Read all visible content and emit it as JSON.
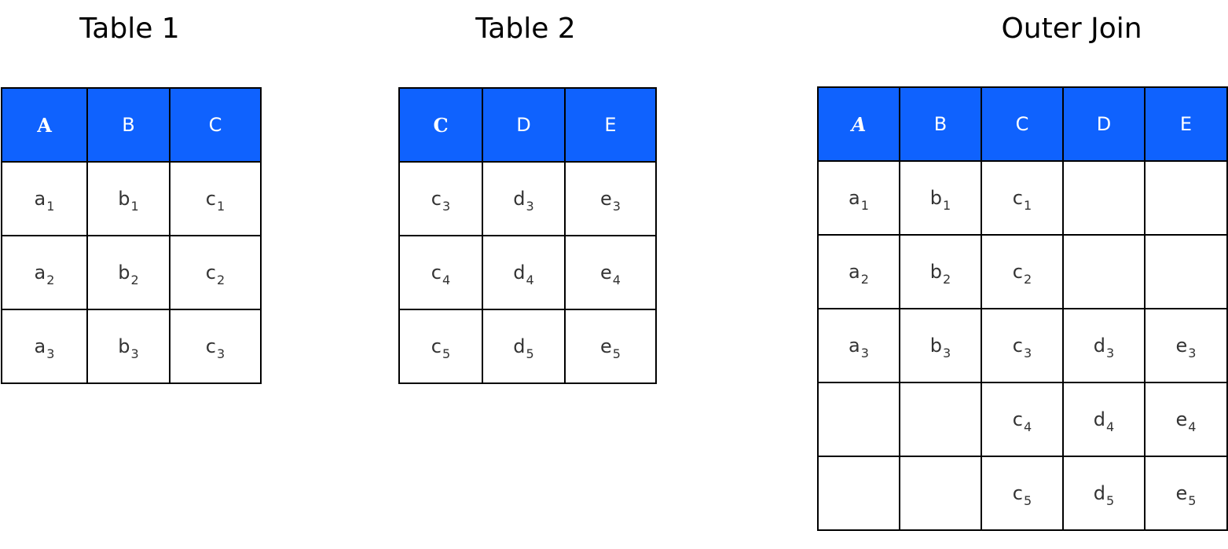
{
  "titles": {
    "table1": "Table 1",
    "table2": "Table 2",
    "outer_join": "Outer Join"
  },
  "colors": {
    "header_bg": "#0f62fe",
    "header_text": "#ffffff",
    "border": "#000000"
  },
  "table1": {
    "columns": [
      "A",
      "B",
      "C"
    ],
    "rows": [
      [
        {
          "base": "a",
          "sub": "1"
        },
        {
          "base": "b",
          "sub": "1"
        },
        {
          "base": "c",
          "sub": "1"
        }
      ],
      [
        {
          "base": "a",
          "sub": "2"
        },
        {
          "base": "b",
          "sub": "2"
        },
        {
          "base": "c",
          "sub": "2"
        }
      ],
      [
        {
          "base": "a",
          "sub": "3"
        },
        {
          "base": "b",
          "sub": "3"
        },
        {
          "base": "c",
          "sub": "3"
        }
      ]
    ]
  },
  "table2": {
    "columns": [
      "C",
      "D",
      "E"
    ],
    "rows": [
      [
        {
          "base": "c",
          "sub": "3"
        },
        {
          "base": "d",
          "sub": "3"
        },
        {
          "base": "e",
          "sub": "3"
        }
      ],
      [
        {
          "base": "c",
          "sub": "4"
        },
        {
          "base": "d",
          "sub": "4"
        },
        {
          "base": "e",
          "sub": "4"
        }
      ],
      [
        {
          "base": "c",
          "sub": "5"
        },
        {
          "base": "d",
          "sub": "5"
        },
        {
          "base": "e",
          "sub": "5"
        }
      ]
    ]
  },
  "outer_join": {
    "columns": [
      "A",
      "B",
      "C",
      "D",
      "E"
    ],
    "rows": [
      [
        {
          "base": "a",
          "sub": "1"
        },
        {
          "base": "b",
          "sub": "1"
        },
        {
          "base": "c",
          "sub": "1"
        },
        null,
        null
      ],
      [
        {
          "base": "a",
          "sub": "2"
        },
        {
          "base": "b",
          "sub": "2"
        },
        {
          "base": "c",
          "sub": "2"
        },
        null,
        null
      ],
      [
        {
          "base": "a",
          "sub": "3"
        },
        {
          "base": "b",
          "sub": "3"
        },
        {
          "base": "c",
          "sub": "3"
        },
        {
          "base": "d",
          "sub": "3"
        },
        {
          "base": "e",
          "sub": "3"
        }
      ],
      [
        null,
        null,
        {
          "base": "c",
          "sub": "4"
        },
        {
          "base": "d",
          "sub": "4"
        },
        {
          "base": "e",
          "sub": "4"
        }
      ],
      [
        null,
        null,
        {
          "base": "c",
          "sub": "5"
        },
        {
          "base": "d",
          "sub": "5"
        },
        {
          "base": "e",
          "sub": "5"
        }
      ]
    ]
  }
}
